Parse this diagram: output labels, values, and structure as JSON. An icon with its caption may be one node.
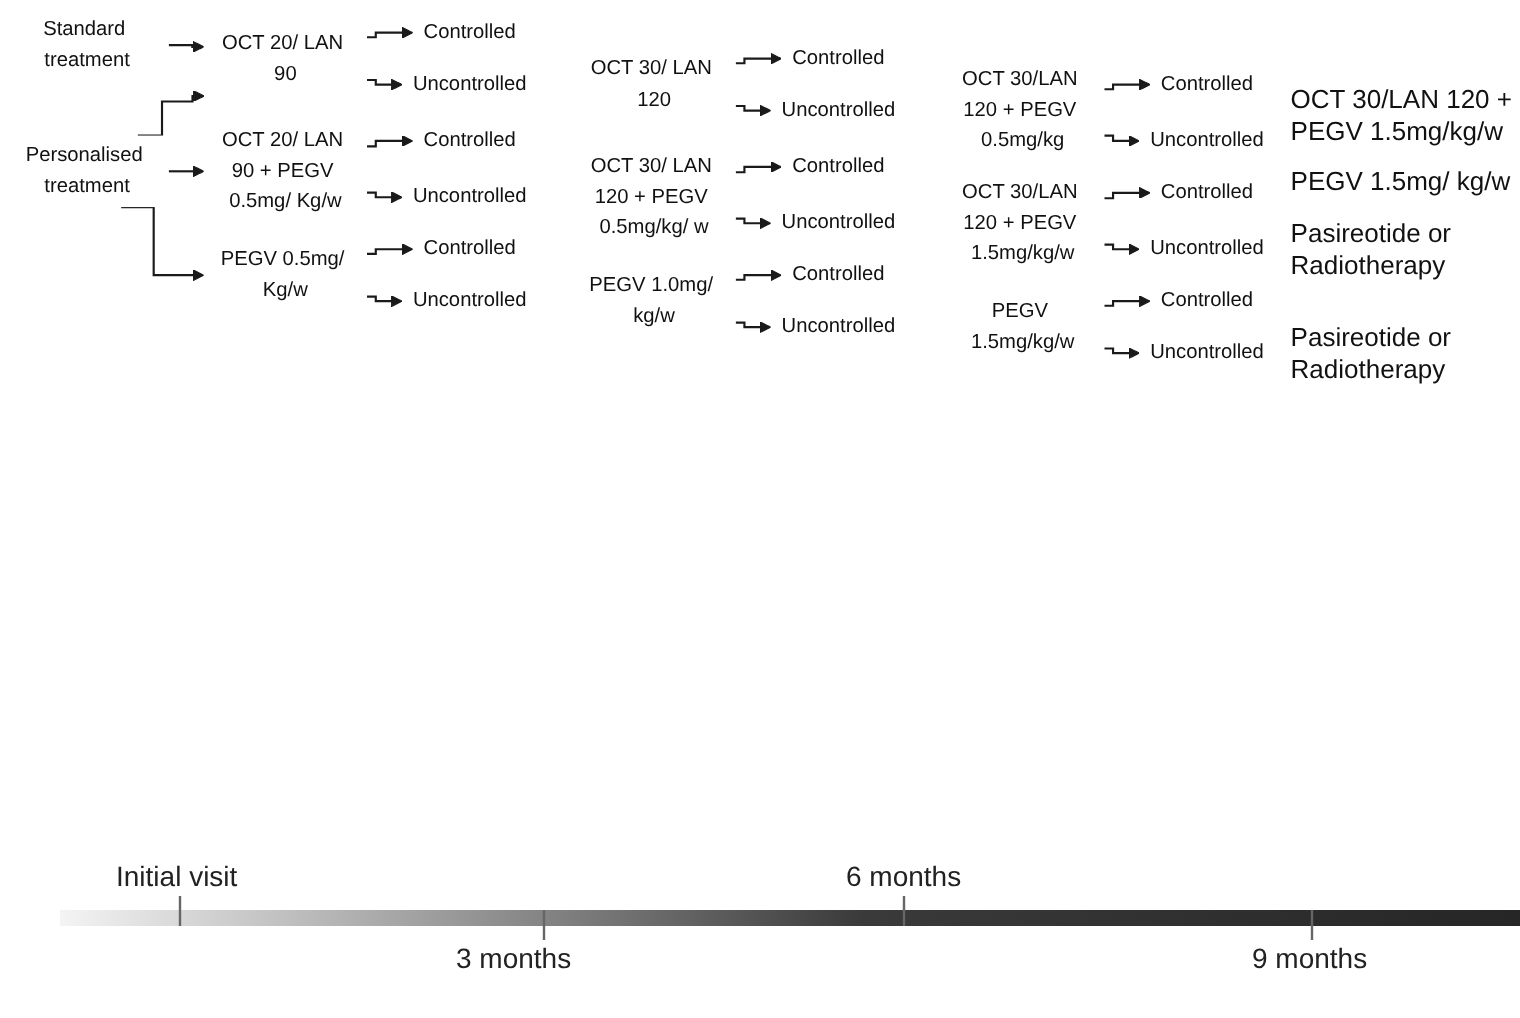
{
  "diagram": {
    "nodes": [
      {
        "text": [
          "Standard treatment"
        ]
      },
      {
        "text": [
          "Personalised treatment"
        ]
      },
      {
        "text": [
          "OCT 20/ LAN 90"
        ]
      },
      {
        "text": [
          "OCT 20/ LAN 90 + PEGV 0.5mg/ Kg/w"
        ]
      },
      {
        "text": [
          "PEGV 0.5mg/ Kg/w"
        ]
      },
      {
        "text": [
          "Controlled"
        ]
      },
      {
        "text": [
          "Uncontrolled"
        ]
      },
      {
        "text": [
          "Controlled"
        ]
      },
      {
        "text": [
          "Uncontrolled"
        ]
      },
      {
        "text": [
          "Controlled"
        ]
      },
      {
        "text": [
          "Uncontrolled"
        ]
      },
      {
        "text": [
          "OCT 30/ LAN 120"
        ]
      },
      {
        "text": [
          "OCT 30/ LAN 120 + PEGV 0.5mg/kg/ w"
        ]
      },
      {
        "text": [
          "PEGV 1.0mg/ kg/w"
        ]
      },
      {
        "text": [
          "Controlled"
        ]
      },
      {
        "text": [
          "Uncontrolled"
        ]
      },
      {
        "text": [
          "Controlled"
        ]
      },
      {
        "text": [
          "Uncontrolled"
        ]
      },
      {
        "text": [
          "Controlled"
        ]
      },
      {
        "text": [
          "Uncontrolled"
        ]
      },
      {
        "text": [
          "OCT 30/LAN 120 + PEGV 0.5mg/kg"
        ]
      },
      {
        "text": [
          "OCT 30/LAN 120 + PEGV 1.5mg/kg/w"
        ]
      },
      {
        "text": [
          "PEGV 1.5mg/kg/w"
        ]
      },
      {
        "text": [
          "Controlled"
        ]
      },
      {
        "text": [
          "Uncontrolled"
        ],
        "beside": [
          "OCT 30/LAN 120 + PEGV 1.5mg/kg/w",
          "PEGV 1.5mg/ kg/w"
        ]
      },
      {
        "text": [
          "Controlled"
        ]
      },
      {
        "text": [
          "Uncontrolled"
        ],
        "beside": [
          "Pasireotide or Radiotherapy"
        ]
      },
      {
        "text": [
          "Controlled"
        ]
      },
      {
        "text": [
          "Uncontrolled"
        ],
        "beside": [
          "Pasireotide or Radiotherapy"
        ]
      }
    ],
    "edges": [
      {
        "from": 0,
        "to": 2,
        "arrow": "to"
      },
      {
        "from": 1,
        "to": 2,
        "arrow": "to"
      },
      {
        "from": 1,
        "to": 3,
        "arrow": "to"
      },
      {
        "from": 1,
        "to": 4,
        "arrow": "to"
      },
      {
        "from": 2,
        "to": 5,
        "arrow": "to"
      },
      {
        "from": 2,
        "to": 6,
        "arrow": "to"
      },
      {
        "from": 3,
        "to": 7,
        "arrow": "to"
      },
      {
        "from": 3,
        "to": 8,
        "arrow": "to"
      },
      {
        "from": 4,
        "to": 9,
        "arrow": "to"
      },
      {
        "from": 4,
        "to": 10,
        "arrow": "to"
      },
      {
        "from": 11,
        "to": 14,
        "arrow": "to"
      },
      {
        "from": 11,
        "to": 15,
        "arrow": "to"
      },
      {
        "from": 12,
        "to": 16,
        "arrow": "to"
      },
      {
        "from": 12,
        "to": 17,
        "arrow": "to"
      },
      {
        "from": 13,
        "to": 18,
        "arrow": "to"
      },
      {
        "from": 13,
        "to": 19,
        "arrow": "to"
      },
      {
        "from": 20,
        "to": 23,
        "arrow": "to"
      },
      {
        "from": 20,
        "to": 24,
        "arrow": "to"
      },
      {
        "from": 21,
        "to": 25,
        "arrow": "to"
      },
      {
        "from": 21,
        "to": 26,
        "arrow": "to"
      },
      {
        "from": 22,
        "to": 27,
        "arrow": "to"
      },
      {
        "from": 22,
        "to": 28,
        "arrow": "to"
      }
    ],
    "labels": [
      "Initial visit",
      "6 months",
      "3 months",
      "9 months"
    ]
  }
}
